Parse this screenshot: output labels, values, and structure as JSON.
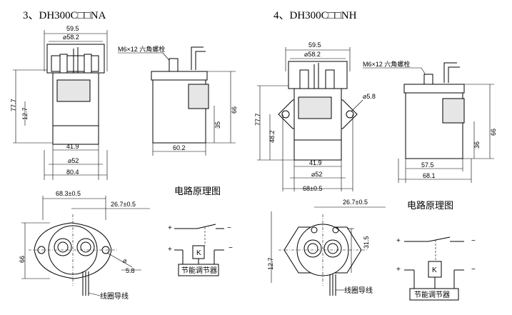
{
  "titles": {
    "left": "3、DH300C□□NA",
    "right": "4、DH300C□□NH"
  },
  "left": {
    "dims": {
      "w595": "59.5",
      "d582": "⌀58.2",
      "screw": "M6×12 六角螺栓",
      "h777": "77.7",
      "h127": "12.7",
      "h66": "66",
      "h35": "35",
      "w419": "41.9",
      "d52": "⌀52",
      "w804": "80.4",
      "w602": "60.2",
      "w683": "68.3±0.5",
      "w267": "26.7±0.5",
      "v66": "66",
      "d58": "⌀",
      "v58": "5.8"
    },
    "labels": {
      "coil_wire": "线圈导线",
      "circuit_title": "电路原理图",
      "plus1": "+",
      "minus1": "−",
      "plus2": "+",
      "minus2": "−",
      "k": "K",
      "regulator": "节能调节器"
    }
  },
  "right": {
    "dims": {
      "w595": "59.5",
      "d582": "⌀58.2",
      "screw": "M6×12 六角螺栓",
      "d58": "⌀5.8",
      "h777": "77.7",
      "h482": "48.2",
      "h66": "66",
      "h36": "36",
      "w419": "41.9",
      "d52": "⌀52",
      "w685": "68±0.5",
      "w575": "57.5",
      "w681": "68.1",
      "w267": "26.7±0.5",
      "v127": "12.7",
      "v315": "31.5"
    },
    "labels": {
      "coil_wire": "线圈导线",
      "circuit_title": "电路原理图",
      "plus1": "+",
      "minus1": "−",
      "plus2": "+",
      "minus2": "−",
      "k": "K",
      "regulator": "节能调节器"
    }
  }
}
